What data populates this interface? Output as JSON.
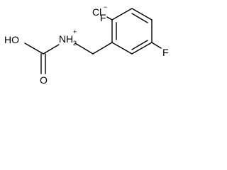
{
  "molecule": {
    "counterion": {
      "symbol": "Cl",
      "charge": "−"
    },
    "atoms": {
      "f_top": "F",
      "f_right": "F",
      "nitrogen": {
        "symbol": "N",
        "hydrogens": "H",
        "hydrogen_count": "2",
        "charge": "+"
      },
      "hydroxyl": "HO",
      "carbonyl_oxygen": "O"
    }
  }
}
